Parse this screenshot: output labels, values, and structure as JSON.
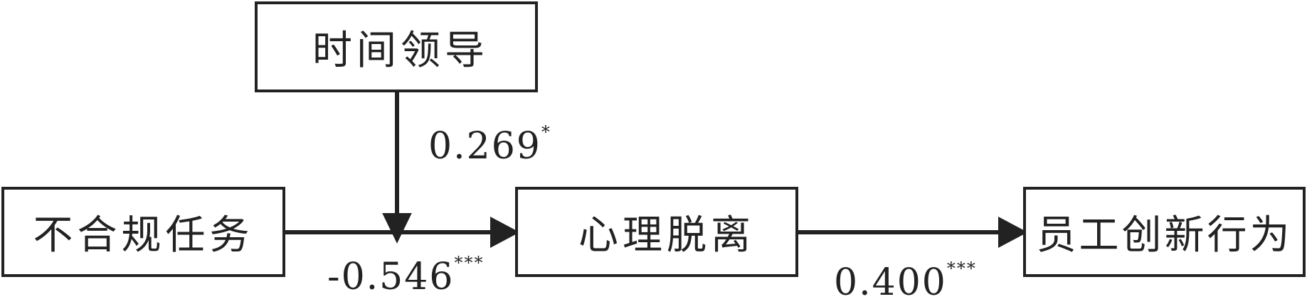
{
  "nodes": {
    "moderator": "时间领导",
    "independent": "不合规任务",
    "mediator": "心理脱离",
    "dependent": "员工创新行为"
  },
  "paths": {
    "moderation": {
      "value": "0.269",
      "sig": "*"
    },
    "independent_to_mediator": {
      "value": "-0.546",
      "sig": "***"
    },
    "mediator_to_dependent": {
      "value": "0.400",
      "sig": "***"
    }
  },
  "colors": {
    "ink": "#222222",
    "background": "#ffffff"
  }
}
